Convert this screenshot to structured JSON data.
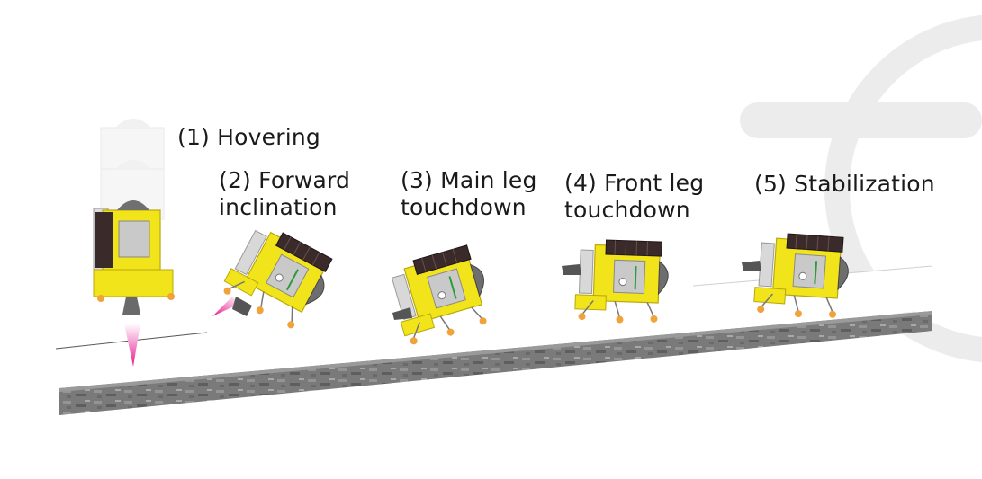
{
  "steps": [
    {
      "number": "(1)",
      "lines": [
        "(1) Hovering"
      ]
    },
    {
      "number": "(2)",
      "lines": [
        "(2) Forward",
        "inclination"
      ]
    },
    {
      "number": "(3)",
      "lines": [
        "(3) Main leg",
        "touchdown"
      ]
    },
    {
      "number": "(4)",
      "lines": [
        "(4) Front leg",
        "touchdown"
      ]
    },
    {
      "number": "(5)",
      "lines": [
        "(5) Stabilization"
      ]
    }
  ],
  "colors": {
    "lander_body": "#f2e41a",
    "solar_panel": "#3a2a2a",
    "thruster_flame": "#e8198c",
    "lunar_surface": "#7c7c7c",
    "watermark": "#e9e9e9"
  },
  "icons": [
    "lander-icon",
    "thruster-flame-icon",
    "watermark-logo"
  ]
}
